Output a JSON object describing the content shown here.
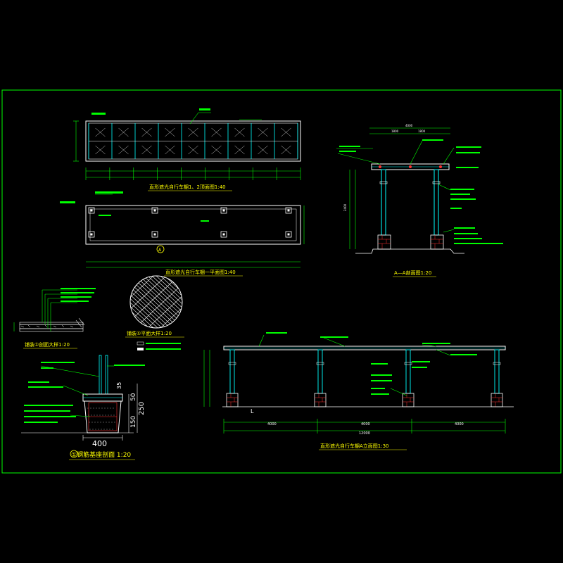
{
  "colors": {
    "background": "#000000",
    "frame": "#00ff00",
    "linework": "#ffffff",
    "dimension": "#00ff00",
    "member": "#00ffff",
    "title": "#ffff00",
    "annotation": "#00ff00",
    "accent_red": "#ff3333",
    "magenta": "#ff44ff"
  },
  "titles": {
    "top_plan": "直形遮光自行车棚1、2顶面图1:40",
    "floor_plan": "直形遮光自行车棚一平面图1:40",
    "section_aa": "A—A剖面图1:20",
    "paving_section": "铺装①剖面大样1:20",
    "paving_plan": "铺装①平面大样1:20",
    "elevation": "直形遮光自行车棚A立面图1:30",
    "footing": "①钢筋基座剖面 1:20"
  },
  "footing_dims": {
    "width": "400",
    "total_height": "250",
    "lower": "150",
    "upper": "50"
  },
  "elevation_dims": {
    "bays": [
      "4000",
      "4000",
      "4000"
    ],
    "total": "12000"
  },
  "section_dims": {
    "top_total": "4000",
    "left": "1800",
    "right": "1800",
    "height": "2400"
  },
  "plan_marker": "A",
  "section_marker": "L"
}
